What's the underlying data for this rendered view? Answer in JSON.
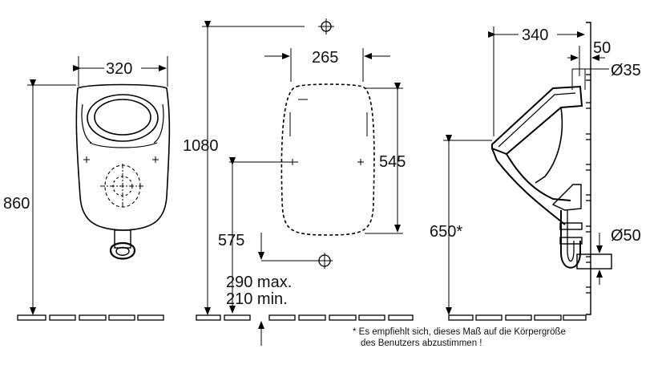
{
  "front_view": {
    "width_label": "320",
    "height_label": "860"
  },
  "installation_view": {
    "total_height_label": "1080",
    "hole_spacing_label": "265",
    "hole_height_label": "545",
    "lower_height_label": "575",
    "floor_range_max": "290 max.",
    "floor_range_min": "210 min."
  },
  "side_view": {
    "depth_label": "340",
    "wall_offset_label": "50",
    "inlet_diameter_label": "Ø35",
    "outlet_diameter_label": "Ø50",
    "rim_height_label": "650*"
  },
  "footnote": {
    "line1": "* Es empfiehlt sich, dieses Maß auf die Körpergröße",
    "line2": "des Benutzers abzustimmen !"
  }
}
